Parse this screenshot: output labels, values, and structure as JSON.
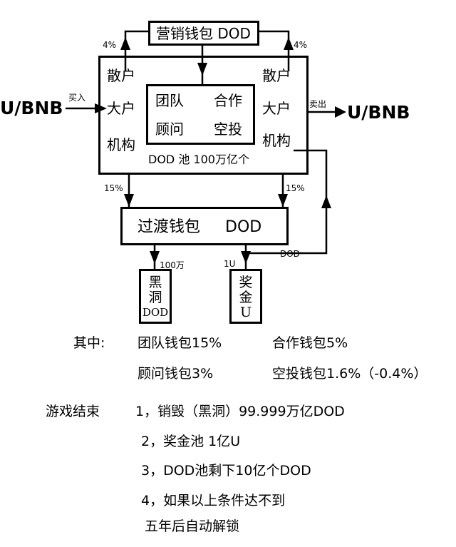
{
  "marketing_wallet": "营销钱包  DOD",
  "left_pct": "4%",
  "right_pct": "4%",
  "left_holders": [
    "散户",
    "大户",
    "机构"
  ],
  "right_holders": [
    "散户",
    "大户",
    "机构"
  ],
  "inner": {
    "team": "团队",
    "partner": "合作",
    "advisor": "顾问",
    "airdrop": "空投"
  },
  "pool": "DOD 池  100万亿个",
  "buy_source": "U/BNB",
  "buy_label": "买入",
  "sell_target": "U/BNB",
  "sell_label": "卖出",
  "left_15": "15%",
  "right_15": "15%",
  "transition_wallet": "过渡钱包",
  "transition_token": "DOD",
  "burn_amount": "100万",
  "reward_amount": "1U",
  "loop_label": "DOD",
  "blackhole": [
    "黑",
    "洞",
    "DOD"
  ],
  "reward": [
    "奖",
    "金",
    "U"
  ],
  "alloc": {
    "label": "其中:",
    "team": "团队钱包15%",
    "partner": "合作钱包5%",
    "advisor": "顾问钱包3%",
    "airdrop": "空投钱包1.6%（-0.4%）"
  },
  "end": {
    "label": "游戏结束",
    "items": [
      "1，销毁（黑洞）99.999万亿DOD",
      "2，奖金池        1亿U",
      "3，DOD池剩下10亿个DOD",
      "4，如果以上条件达不到",
      "五年后自动解锁"
    ]
  }
}
